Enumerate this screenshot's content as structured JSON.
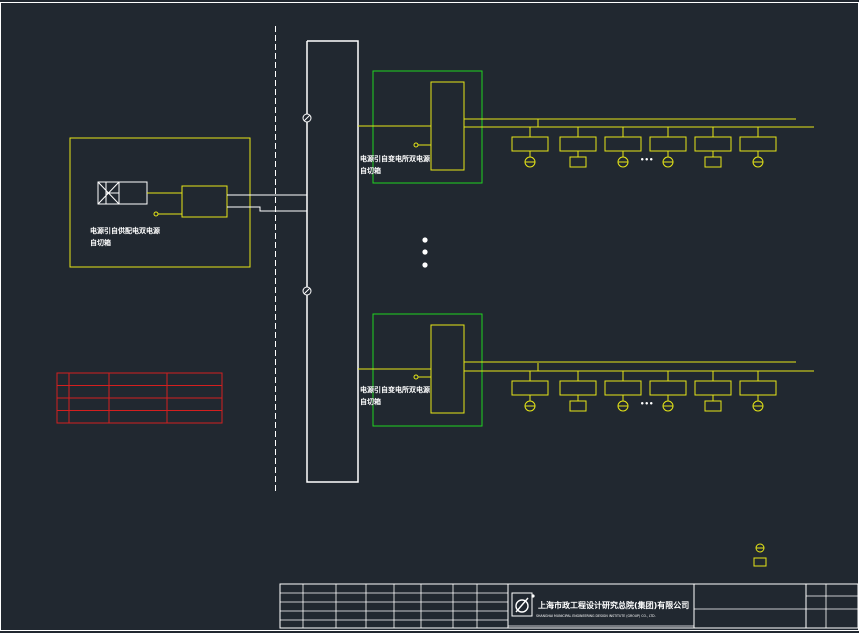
{
  "labels": {
    "source_panel": [
      "电源引自供配电双电源",
      "自切箱"
    ],
    "upper_panel": [
      "电源引自变电所双电源",
      "自切箱"
    ],
    "lower_panel": [
      "电源引自变电所双电源",
      "自切箱"
    ],
    "dots_upper": "•••",
    "dots_lower": "•••"
  },
  "title_block": {
    "company_cn": "上海市政工程设计研究总院(集团)有限公司",
    "company_en": "SHANGHAI MUNICIPAL ENGINEERING DESIGN INSTITUTE (GROUP) CO., LTD."
  },
  "legend": {
    "rows": 4,
    "cols": 4
  },
  "branches_per_feeder": [
    {
      "kind": "lamp"
    },
    {
      "kind": "box"
    },
    {
      "kind": "lamp"
    },
    {
      "kind": "lamp"
    },
    {
      "kind": "box"
    },
    {
      "kind": "lamp"
    }
  ],
  "colors": {
    "background": "#212830",
    "yellow": "#e6e617",
    "green": "#1fd41f",
    "white": "#ffffff",
    "red": "#d41f1f"
  }
}
